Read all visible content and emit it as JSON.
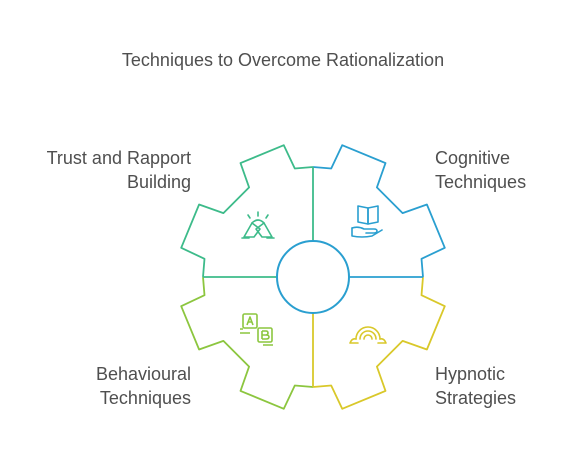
{
  "title": "Techniques to Overcome Rationalization",
  "segments": [
    {
      "label_line1": "Trust and Rapport",
      "label_line2": "Building",
      "icon": "handshake-icon",
      "color": "#3dbb8a"
    },
    {
      "label_line1": "Cognitive",
      "label_line2": "Techniques",
      "icon": "book-hand-icon",
      "color": "#2a9fd0"
    },
    {
      "label_line1": "Behavioural",
      "label_line2": "Techniques",
      "icon": "ab-blocks-icon",
      "color": "#8cc63f"
    },
    {
      "label_line1": "Hypnotic",
      "label_line2": "Strategies",
      "icon": "rainbow-icon",
      "color": "#d9c82a"
    }
  ]
}
